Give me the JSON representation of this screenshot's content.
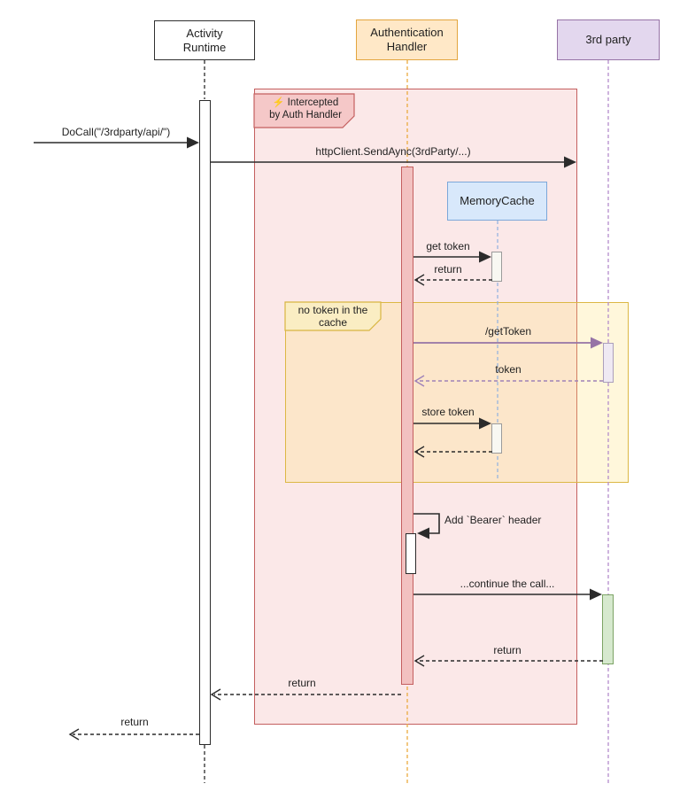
{
  "participants": {
    "activity": {
      "line1": "Activity",
      "line2": "Runtime"
    },
    "auth": {
      "line1": "Authentication",
      "line2": "Handler"
    },
    "party": {
      "label": "3rd party"
    },
    "memcache": {
      "label": "MemoryCache"
    }
  },
  "notes": {
    "intercepted": {
      "icon": "⚡",
      "line1": "Intercepted",
      "line2": "by Auth Handler"
    },
    "no_token": {
      "line1": "no token in the",
      "line2": "cache"
    }
  },
  "messages": {
    "docall": "DoCall(\"/3rdparty/api/\")",
    "send_async": "httpClient.SendAync(3rdParty/...)",
    "get_token": "get token",
    "cache_return": "return",
    "get_token_endpoint": "/getToken",
    "token": "token",
    "store_token": "store token",
    "add_bearer": "Add `Bearer` header",
    "continue_call": "...continue the call...",
    "party_return": "return",
    "handler_return": "return",
    "final_return": "return"
  },
  "colors": {
    "line": "#2b2b2b",
    "purple_message": "#9673A6",
    "auth_lifeline": "#EBAB3F",
    "party_lifeline": "#B48CCB",
    "memcache_lifeline": "#8FB0E0",
    "pink_region_border": "#C45F5F",
    "yellow_region_border": "#DCB845",
    "green_activation_border": "#7CA465"
  }
}
